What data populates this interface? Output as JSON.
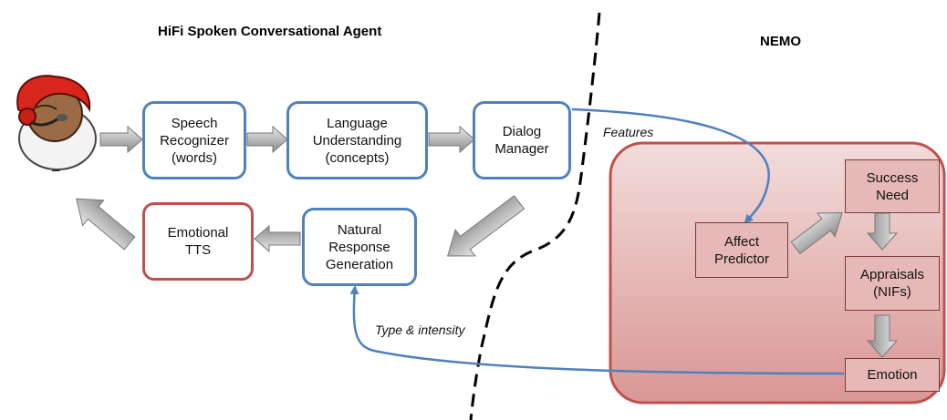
{
  "titles": {
    "left": "HiFi Spoken Conversational Agent",
    "right": "NEMO"
  },
  "hifi": {
    "speech_recognizer": "Speech\nRecognizer\n(words)",
    "language_understanding": "Language\nUnderstanding\n(concepts)",
    "dialog_manager": "Dialog\nManager",
    "natural_response_generation": "Natural\nResponse\nGeneration",
    "emotional_tts": "Emotional\nTTS"
  },
  "nemo": {
    "affect_predictor": "Affect\nPredictor",
    "success_need": "Success\nNeed",
    "appraisals": "Appraisals\n(NIFs)",
    "emotion": "Emotion"
  },
  "labels": {
    "features": "Features",
    "type_intensity": "Type & intensity",
    "user_marker": "_"
  },
  "colors": {
    "blue_border": "#4f81bd",
    "red_border": "#c0504d",
    "nemo_fill": "#e6b9b8",
    "arrow_gray": "#a6a6a6"
  },
  "icons": {
    "user": "user-with-headset-icon"
  }
}
